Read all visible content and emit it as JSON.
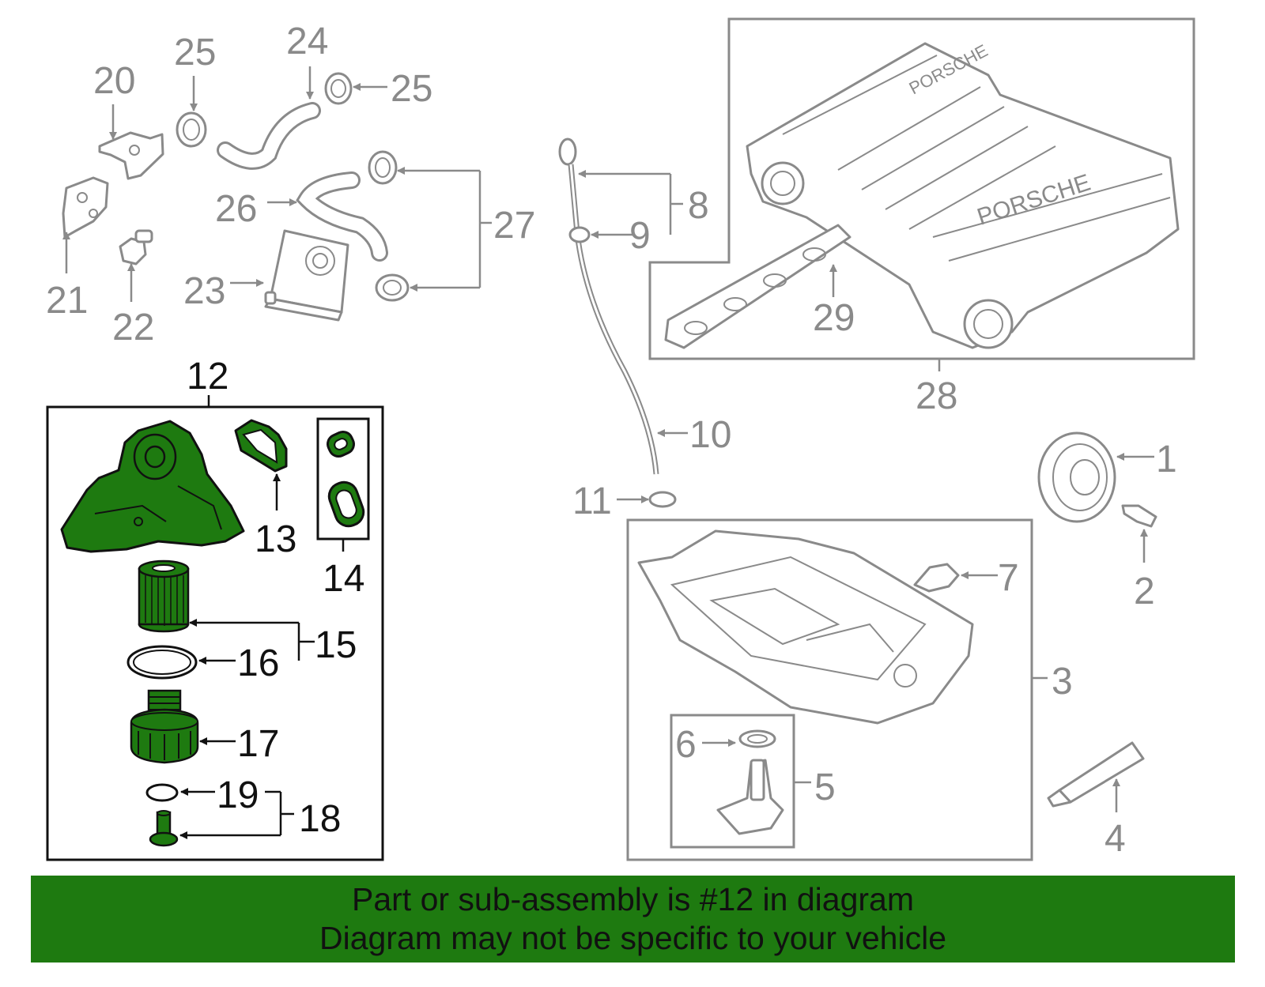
{
  "colors": {
    "accent_green": "#1e7a10",
    "gray_parts": "#8a8a8a",
    "black_outline": "#111111",
    "background": "#ffffff"
  },
  "highlighted_part": "12",
  "callouts": {
    "c1": "1",
    "c2": "2",
    "c3": "3",
    "c4": "4",
    "c5": "5",
    "c6": "6",
    "c7": "7",
    "c8": "8",
    "c9": "9",
    "c10": "10",
    "c11": "11",
    "c12": "12",
    "c13": "13",
    "c14": "14",
    "c15": "15",
    "c16": "16",
    "c17": "17",
    "c18": "18",
    "c19": "19",
    "c20": "20",
    "c21": "21",
    "c22": "22",
    "c23": "23",
    "c24": "24",
    "c25a": "25",
    "c25b": "25",
    "c26": "26",
    "c27": "27",
    "c28": "28",
    "c29": "29"
  },
  "manifold_branding": "PORSCHE",
  "banner": {
    "line1": "Part or sub-assembly is #12 in diagram",
    "line2": "Diagram may not be specific to your vehicle"
  }
}
